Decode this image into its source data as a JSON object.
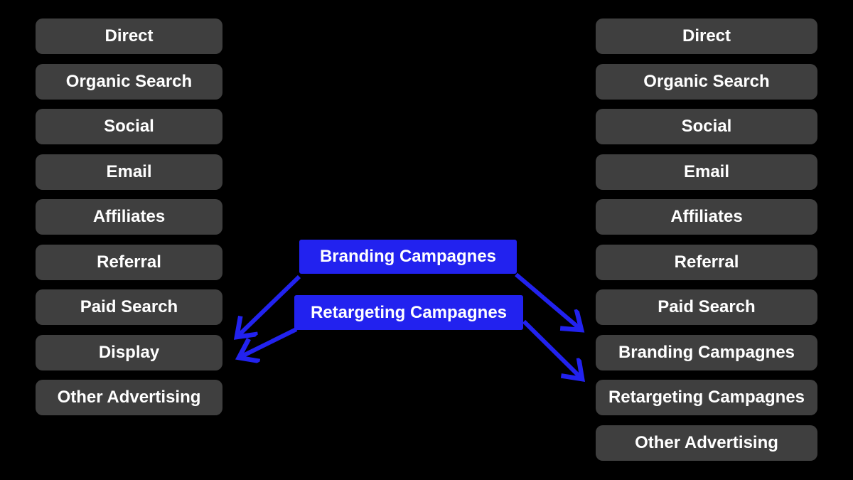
{
  "diagram": {
    "title": "marketing-channel-mapping",
    "left_column": {
      "name": "channels-before",
      "items": [
        "Direct",
        "Organic Search",
        "Social",
        "Email",
        "Affiliates",
        "Referral",
        "Paid Search",
        "Display",
        "Other Advertising"
      ]
    },
    "right_column": {
      "name": "channels-after",
      "items": [
        "Direct",
        "Organic Search",
        "Social",
        "Email",
        "Affiliates",
        "Referral",
        "Paid Search",
        "Branding Campagnes",
        "Retargeting Campagnes",
        "Other Advertising"
      ]
    },
    "annotations": [
      {
        "id": "branding",
        "label": "Branding Campagnes"
      },
      {
        "id": "retargeting",
        "label": "Retargeting Campagnes"
      }
    ],
    "connections": [
      {
        "from": "annotation-branding",
        "to": "left-column-display"
      },
      {
        "from": "annotation-retargeting",
        "to": "left-column-display"
      },
      {
        "from": "annotation-branding",
        "to": "right-column-branding-campagnes"
      },
      {
        "from": "annotation-retargeting",
        "to": "right-column-retargeting-campagnes"
      }
    ],
    "colors": {
      "background": "#000000",
      "node_fill": "#3f3f3f",
      "node_text": "#ffffff",
      "accent_blue": "#2222ef"
    }
  }
}
